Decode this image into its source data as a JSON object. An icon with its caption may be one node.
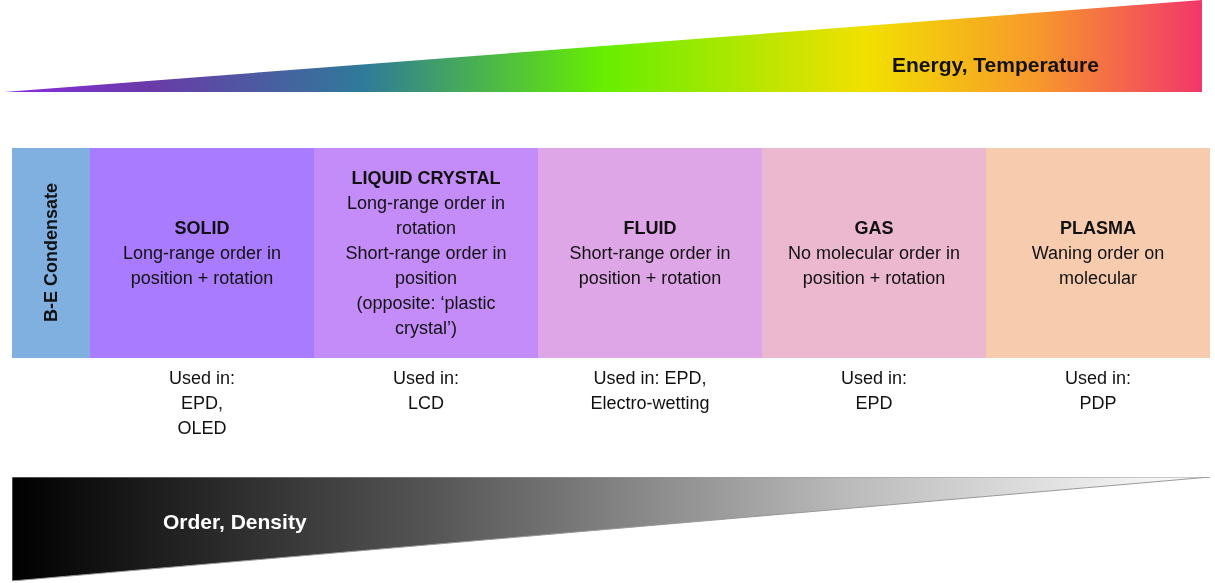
{
  "diagram": {
    "nodes": [
      {
        "text": [
          "Energy, Temperature"
        ]
      },
      {
        "text": [
          "B-E Condensate"
        ]
      },
      {
        "text": [
          "SOLID",
          "Long-range order in position + rotation"
        ],
        "beside": [
          "Used in: EPD, OLED"
        ]
      },
      {
        "text": [
          "LIQUID CRYSTAL",
          "Long-range order in rotation",
          "Short-range order in position",
          "(opposite: ‘plastic crystal’)"
        ],
        "beside": [
          "Used in: LCD"
        ]
      },
      {
        "text": [
          "FLUID",
          "Short-range order in position + rotation"
        ],
        "beside": [
          "Used in: EPD, Electro-wetting"
        ]
      },
      {
        "text": [
          "GAS",
          "No molecular order in position + rotation"
        ],
        "beside": [
          "Used in: EPD"
        ]
      },
      {
        "text": [
          "PLASMA",
          "Waning order on molecular"
        ],
        "beside": [
          "Used in: PDP"
        ]
      },
      {
        "text": [
          "Order, Density"
        ]
      }
    ],
    "edges": []
  }
}
